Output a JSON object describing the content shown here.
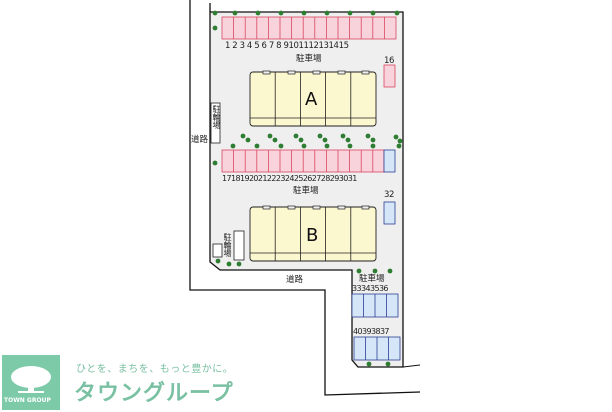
{
  "map": {
    "parking_label": "駐車場",
    "bike_parking_label": "駐輪場",
    "road_label": "道路",
    "building_a": "A",
    "building_b": "B",
    "row1_numbers": "1 2 3 4 5 6 7 8 9101112131415",
    "space16": "16",
    "row2_numbers": "171819202122232425262728293031",
    "space32": "32",
    "group3_top": "33343536",
    "group3_bottom": "40393837"
  },
  "colors": {
    "pink_space": "#f9d3dc",
    "pink_border": "#d9475f",
    "blue_space": "#d4e6f7",
    "blue_border": "#2c3f93",
    "building": "#fbf7cf",
    "lot": "#efefef",
    "tree": "#2e7d32",
    "brand": "#7dcaa9"
  },
  "logo": {
    "english": "TOWN GROUP",
    "tagline": "ひとを、まちを、もっと豊かに。",
    "brand": "タウングループ"
  }
}
